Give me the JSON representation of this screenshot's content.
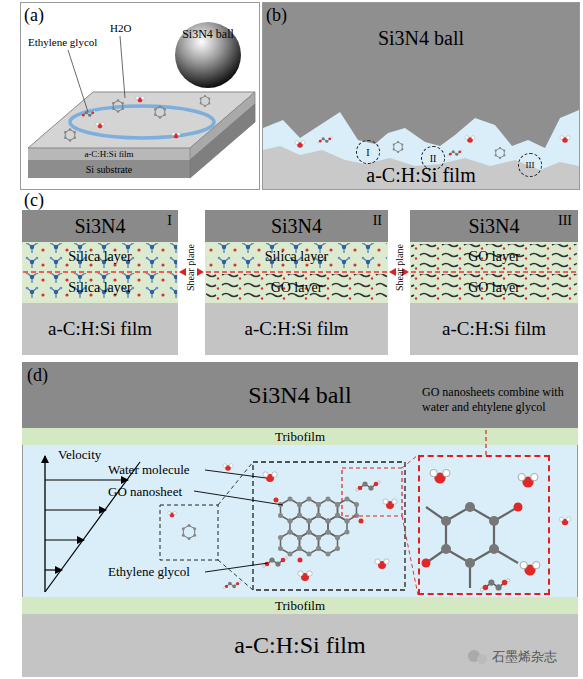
{
  "diagram": {
    "nodes": [
      {
        "text": [
          "(a)"
        ]
      },
      {
        "text": [
          "Si3N4 ball"
        ],
        "in": 0
      },
      {
        "text": [
          "a-C:H:Si film"
        ],
        "in": 0
      },
      {
        "text": [
          "Si substrate"
        ],
        "in": 0
      },
      {
        "text": [
          "(b)"
        ]
      },
      {
        "text": [
          "Si3N4 ball"
        ],
        "in": 4
      },
      {
        "text": [
          "a-C:H:Si film"
        ],
        "in": 4
      },
      {
        "text": [
          "I"
        ],
        "in": 4
      },
      {
        "text": [
          "II"
        ],
        "in": 4
      },
      {
        "text": [
          "III"
        ],
        "in": 4
      },
      {
        "text": [
          "I"
        ]
      },
      {
        "text": [
          "Si3N4"
        ],
        "in": 10
      },
      {
        "text": [
          "Silica layer"
        ],
        "in": 10
      },
      {
        "text": [
          "Silica layer"
        ],
        "in": 10
      },
      {
        "text": [
          "a-C:H:Si film"
        ],
        "in": 10
      },
      {
        "text": [
          "II"
        ]
      },
      {
        "text": [
          "Si3N4"
        ],
        "in": 15
      },
      {
        "text": [
          "Silica layer"
        ],
        "in": 15
      },
      {
        "text": [
          "GO layer"
        ],
        "in": 15
      },
      {
        "text": [
          "a-C:H:Si film"
        ],
        "in": 15
      },
      {
        "text": [
          "III"
        ]
      },
      {
        "text": [
          "Si3N4"
        ],
        "in": 20
      },
      {
        "text": [
          "GO layer"
        ],
        "in": 20
      },
      {
        "text": [
          "GO layer"
        ],
        "in": 20
      },
      {
        "text": [
          "a-C:H:Si film"
        ],
        "in": 20
      },
      {
        "text": [
          "(d)"
        ]
      },
      {
        "text": [
          "Si3N4 ball"
        ],
        "in": 25
      },
      {
        "text": [
          "Tribofilm"
        ],
        "in": 25
      },
      {
        "text": [
          "Tribofilm"
        ],
        "in": 25
      },
      {
        "text": [
          "a-C:H:Si film"
        ],
        "in": 25
      },
      {
        "text": [
          "GO nanosheets combine with water and ehtylene glycol"
        ],
        "in": 25
      }
    ],
    "labels": [
      "Ethylene glycol",
      "H2O",
      "(c)",
      "Shear plane",
      "Shear plane",
      "Velocity",
      "Water molecule",
      "GO nanosheet",
      "Ethylene glycol",
      "石墨烯杂志"
    ]
  }
}
